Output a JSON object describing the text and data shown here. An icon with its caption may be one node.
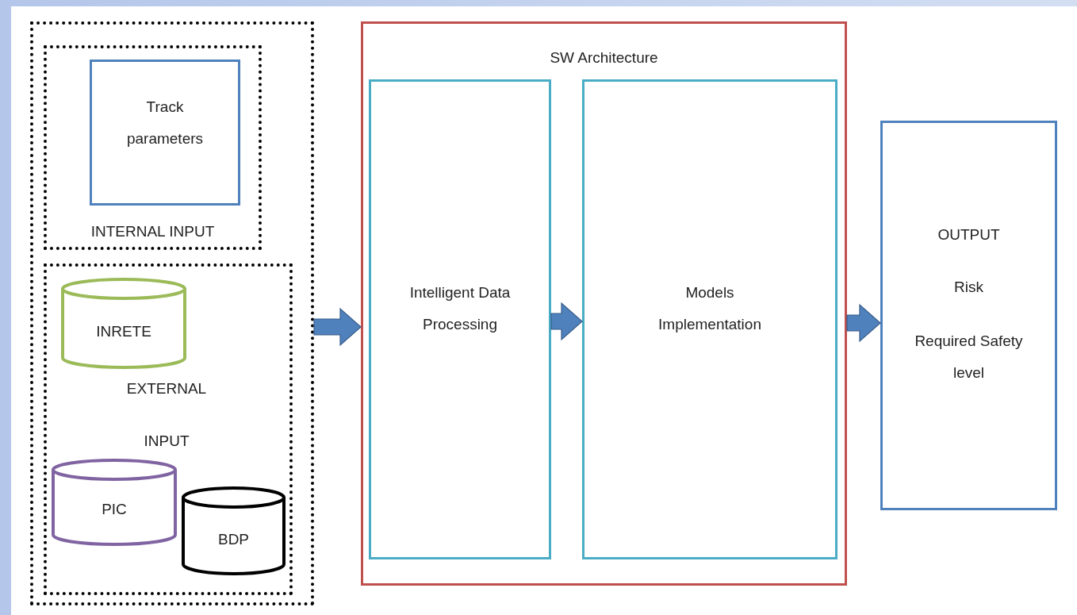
{
  "diagram": {
    "nodes": [
      {
        "text": [],
        "shape": "box"
      },
      {
        "text": [
          "INTERNAL INPUT"
        ],
        "in": 0
      },
      {
        "text": [
          "Track parameters"
        ],
        "in": 1
      },
      {
        "text": [
          "EXTERNAL",
          "INPUT"
        ],
        "in": 0
      },
      {
        "text": [
          "INRETE"
        ],
        "in": 3
      },
      {
        "text": [
          "PIC"
        ],
        "in": 3
      },
      {
        "text": [
          "BDP"
        ],
        "in": 3
      },
      {
        "text": [
          "SW Architecture"
        ]
      },
      {
        "text": [
          "Intelligent Data Processing"
        ],
        "in": 7
      },
      {
        "text": [
          "Models Implementation"
        ],
        "in": 7
      },
      {
        "text": [
          "OUTPUT",
          "Risk",
          "Required Safety level"
        ]
      }
    ],
    "edges": [
      {
        "from": 0,
        "to": 7,
        "arrow": "to",
        "style": "thick"
      },
      {
        "from": 8,
        "to": 9,
        "arrow": "to",
        "style": "thick"
      },
      {
        "from": 7,
        "to": 10,
        "arrow": "to",
        "style": "thick"
      }
    ]
  }
}
